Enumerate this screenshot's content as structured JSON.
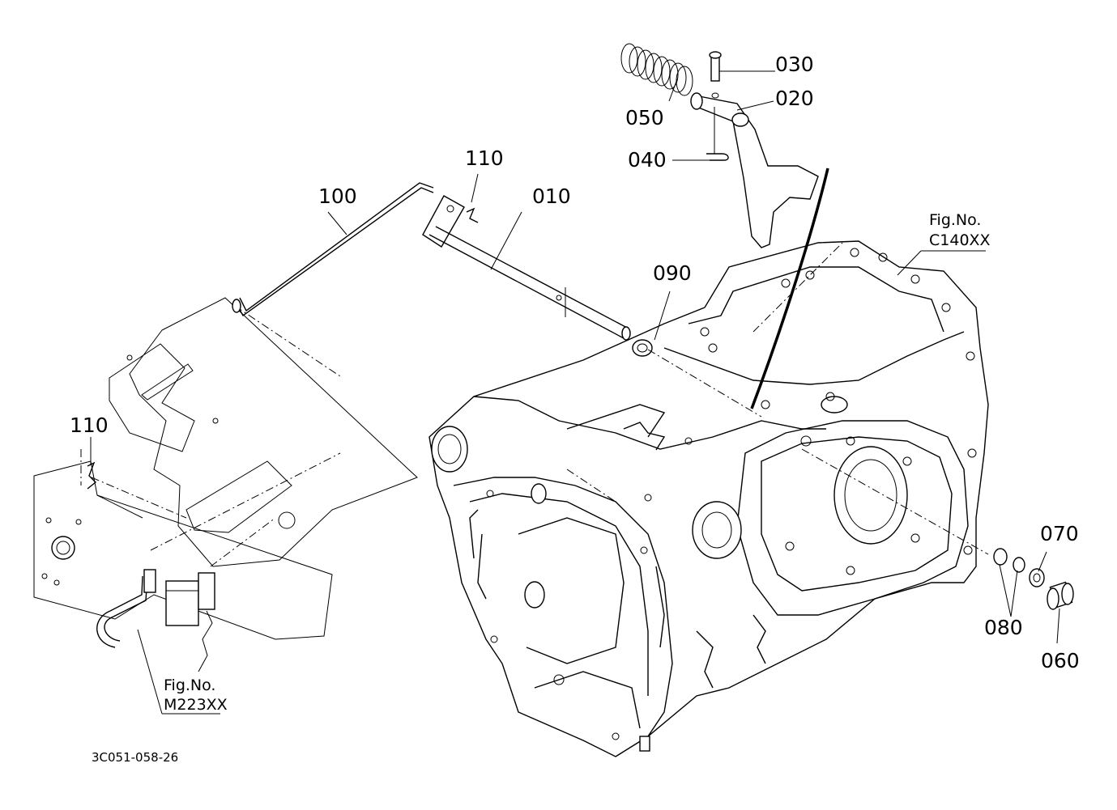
{
  "callouts": [
    {
      "id": "c010",
      "text": "010"
    },
    {
      "id": "c020",
      "text": "020"
    },
    {
      "id": "c030",
      "text": "030"
    },
    {
      "id": "c040",
      "text": "040"
    },
    {
      "id": "c050",
      "text": "050"
    },
    {
      "id": "c060",
      "text": "060"
    },
    {
      "id": "c070",
      "text": "070"
    },
    {
      "id": "c080",
      "text": "080"
    },
    {
      "id": "c090",
      "text": "090"
    },
    {
      "id": "c100",
      "text": "100"
    },
    {
      "id": "c110a",
      "text": "110"
    },
    {
      "id": "c110b",
      "text": "110"
    }
  ],
  "references": [
    {
      "line1": "Fig.No.",
      "line2": "C140XX"
    },
    {
      "line1": "Fig.No.",
      "line2": "M223XX"
    }
  ],
  "drawing_id": "3C051-058-26"
}
